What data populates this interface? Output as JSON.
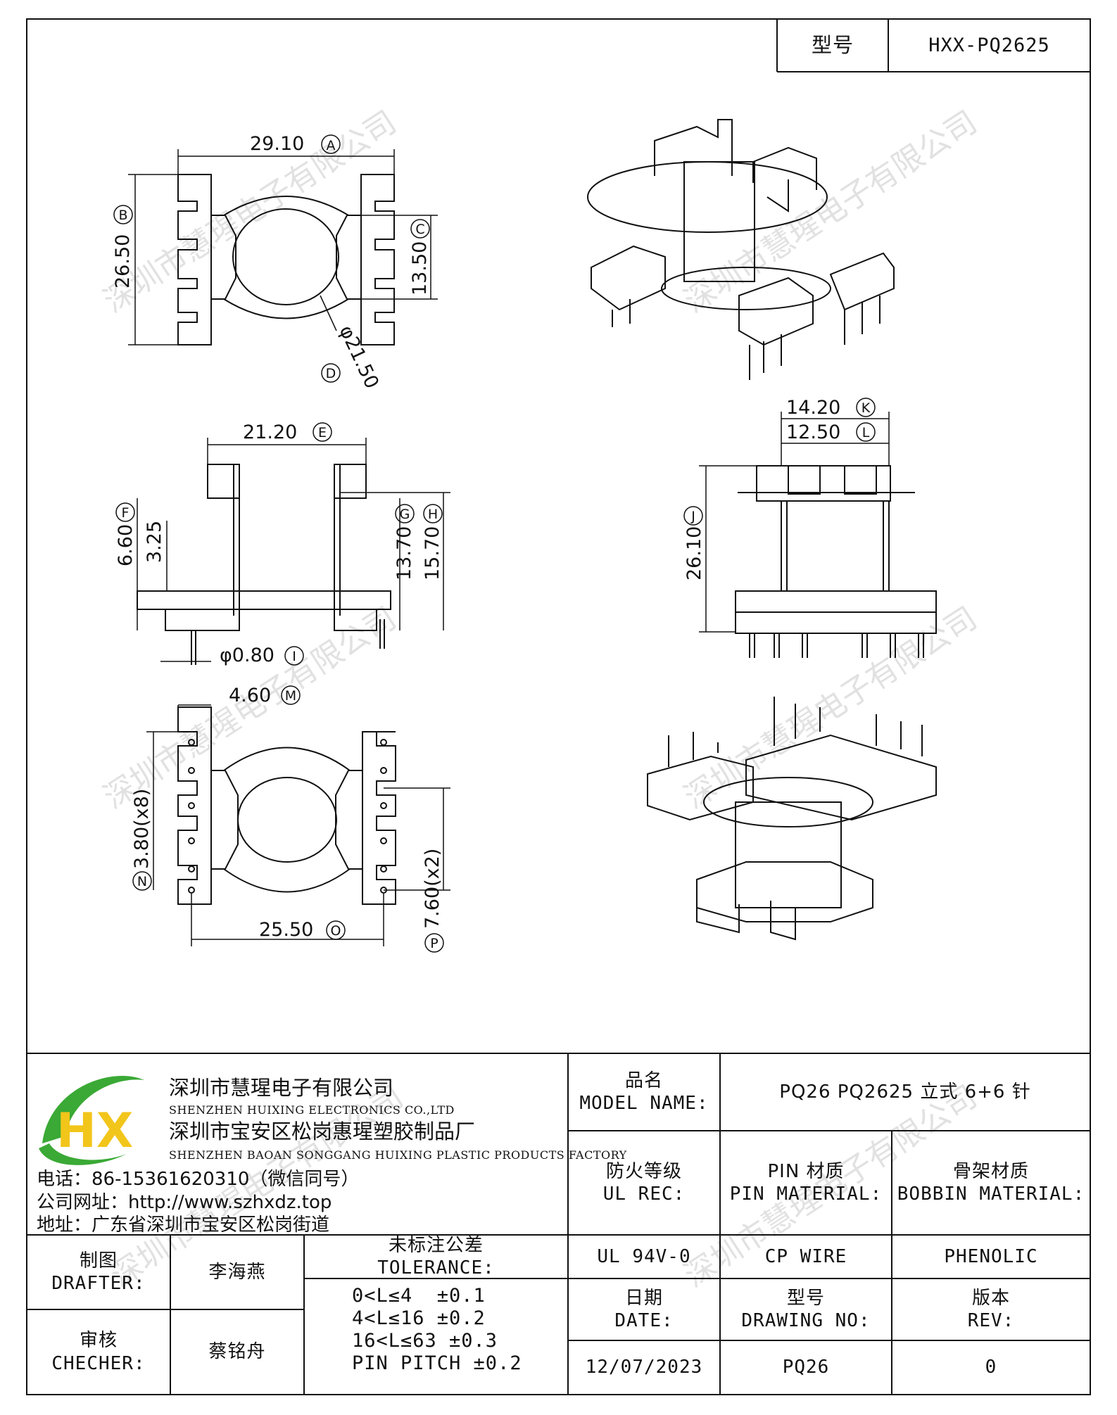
{
  "title_block": {
    "model_label": "型号",
    "model_value": "HXX-PQ2625"
  },
  "dimensions": {
    "a": "29.10",
    "a_tag": "A",
    "b": "26.50",
    "b_tag": "B",
    "c": "13.50",
    "c_tag": "C",
    "d": "φ21.50",
    "d_tag": "D",
    "e": "21.20",
    "e_tag": "E",
    "f": "6.60",
    "f_tag": "F",
    "f2": "3.25",
    "g": "13.70",
    "g_tag": "G",
    "h": "15.70",
    "h_tag": "H",
    "i": "φ0.80",
    "i_tag": "I",
    "k": "14.20",
    "k_tag": "K",
    "l": "12.50",
    "l_tag": "L",
    "j": "26.10",
    "j_tag": "J",
    "m": "4.60",
    "m_tag": "M",
    "n": "3.80(x8)",
    "n_tag": "N",
    "o": "25.50",
    "o_tag": "O",
    "p": "7.60(x2)",
    "p_tag": "P"
  },
  "watermark": "深圳市慧瑆电子有限公司",
  "company": {
    "logo_text": "HX",
    "name_cn": "深圳市慧瑆电子有限公司",
    "name_en": "SHENZHEN HUIXING ELECTRONICS CO.,LTD",
    "factory_cn": "深圳市宝安区松岗惠瑆塑胶制品厂",
    "factory_en": "SHENZHEN BAOAN SONGGANG HUIXING PLASTIC PRODUCTS FACTORY",
    "phone": "电话：86-15361620310（微信同号）",
    "website": "公司网址：http://www.szhxdz.top",
    "address": "地址：广东省深圳市宝安区松岗街道"
  },
  "model_name": {
    "label_cn": "品名",
    "label_en": "MODEL NAME:",
    "value": "PQ26 PQ2625 立式 6+6 针"
  },
  "ul": {
    "label_cn": "防火等级",
    "label_en": "UL REC:",
    "value": "UL 94V-0"
  },
  "pin_material": {
    "label_cn": "PIN 材质",
    "label_en": "PIN MATERIAL:",
    "value": "CP WIRE"
  },
  "bobbin_material": {
    "label_cn": "骨架材质",
    "label_en": "BOBBIN MATERIAL:",
    "value": "PHENOLIC"
  },
  "drafter": {
    "label_cn": "制图",
    "label_en": "DRAFTER:",
    "value": "李海燕"
  },
  "checker": {
    "label_cn": "审核",
    "label_en": "CHECHER:",
    "value": "蔡铭舟"
  },
  "tolerance": {
    "label_cn": "未标注公差",
    "label_en": "TOLERANCE:",
    "lines": [
      "0<L≤4  ±0.1",
      "4<L≤16 ±0.2",
      "16<L≤63 ±0.3",
      "PIN PITCH ±0.2"
    ]
  },
  "date": {
    "label_cn": "日期",
    "label_en": "DATE:",
    "value": "12/07/2023"
  },
  "drawing_no": {
    "label_cn": "型号",
    "label_en": "DRAWING NO:",
    "value": "PQ26"
  },
  "rev": {
    "label_cn": "版本",
    "label_en": "REV:",
    "value": "0"
  },
  "colors": {
    "logo_green": "#3aa935",
    "logo_yellow": "#f2c51a",
    "line": "#111111",
    "watermark": "#d9d9d9"
  }
}
